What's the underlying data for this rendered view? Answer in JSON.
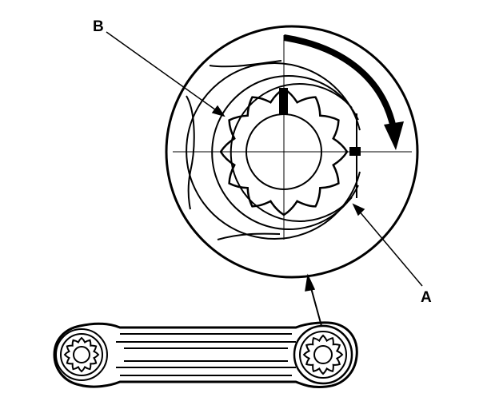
{
  "figure": {
    "labels": {
      "a": "A",
      "b": "B"
    },
    "colors": {
      "ink": "#000000",
      "paper": "#ffffff"
    },
    "markers": [
      {
        "name": "reference-mark-top",
        "description_text": ""
      },
      {
        "name": "reference-mark-right",
        "description_text": ""
      }
    ],
    "rotation_arrow": {
      "direction": "clockwise"
    }
  }
}
